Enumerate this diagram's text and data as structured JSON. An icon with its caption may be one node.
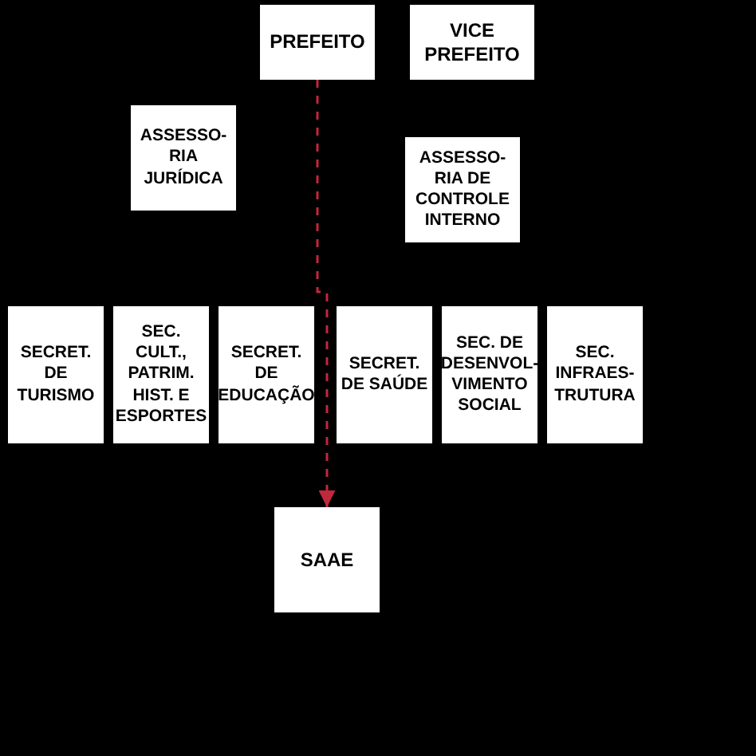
{
  "diagram": {
    "nodes": [
      {
        "text": [
          "PREFEITO"
        ]
      },
      {
        "text": [
          "VICE PREFEITO"
        ]
      },
      {
        "text": [
          "ASSESSO- RIA JURÍDICA"
        ]
      },
      {
        "text": [
          "ASSESSO- RIA DE CONTROLE INTERNO"
        ]
      },
      {
        "text": [
          "SECRET. DE TURISMO"
        ]
      },
      {
        "text": [
          "SEC. CULT., PATRIM. HIST. E ESPORTES"
        ]
      },
      {
        "text": [
          "SECRET. DE EDUCAÇÃO"
        ]
      },
      {
        "text": [
          "SECRET. DE SAÚDE"
        ]
      },
      {
        "text": [
          "SEC. DE DESENVOL- VIMENTO SOCIAL"
        ]
      },
      {
        "text": [
          "SEC. INFRAES- TRUTURA"
        ]
      },
      {
        "text": [
          "SAAE"
        ]
      }
    ],
    "edges": [
      {
        "from": 0,
        "to": 10,
        "arrow": "to",
        "style": "dashed",
        "color": "#c0283c"
      }
    ]
  }
}
